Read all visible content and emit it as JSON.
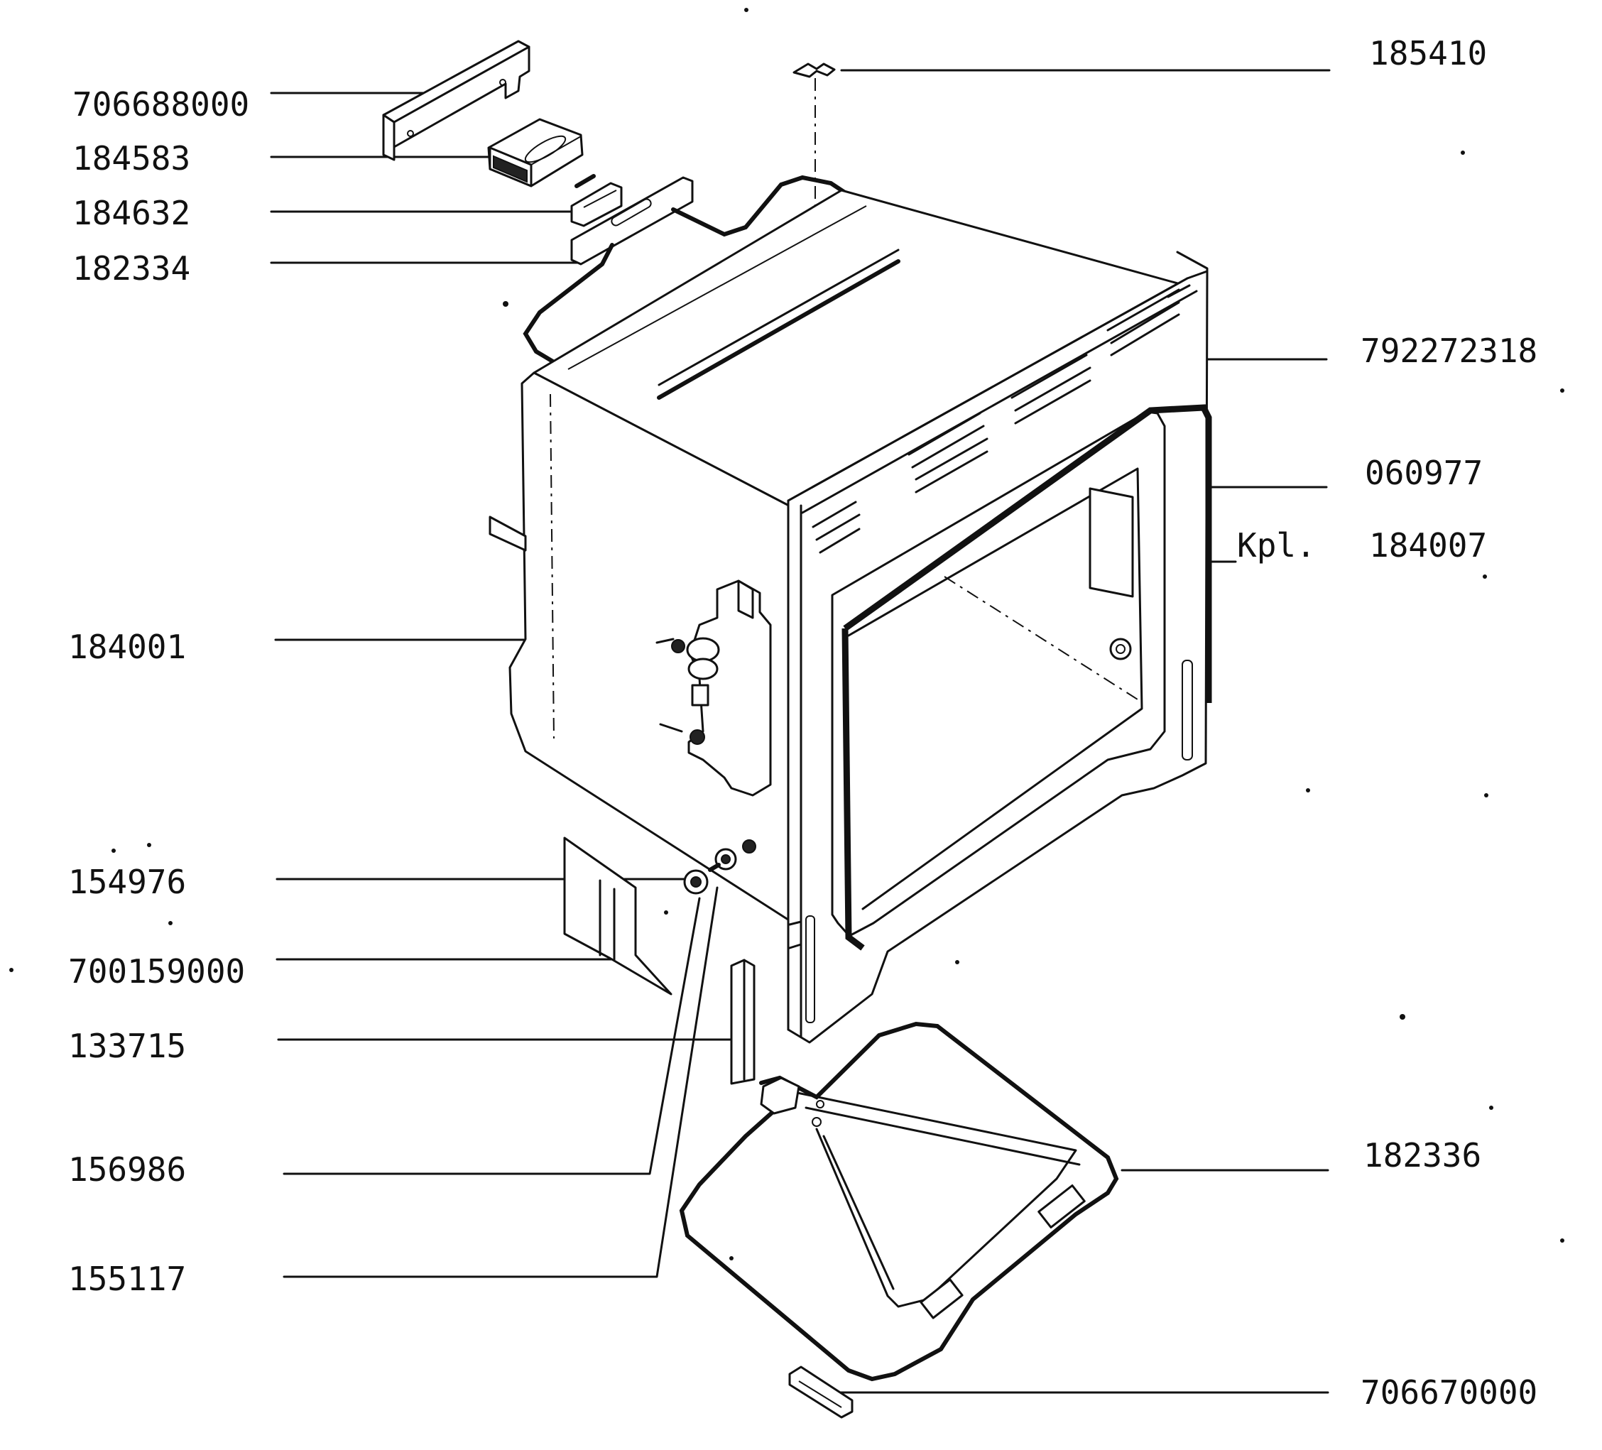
{
  "parts": {
    "p706688000": "706688000",
    "p184583": "184583",
    "p184632": "184632",
    "p182334": "182334",
    "p185410": "185410",
    "p792272318": "792272318",
    "p060977": "060977",
    "kpl": "Kpl.",
    "p184007": "184007",
    "p184001": "184001",
    "p154976": "154976",
    "p700159000": "700159000",
    "p133715": "133715",
    "p156986": "156986",
    "p155117": "155117",
    "p182336": "182336",
    "p706670000": "706670000"
  },
  "colors": {
    "ink": "#111111",
    "paper": "#ffffff"
  }
}
